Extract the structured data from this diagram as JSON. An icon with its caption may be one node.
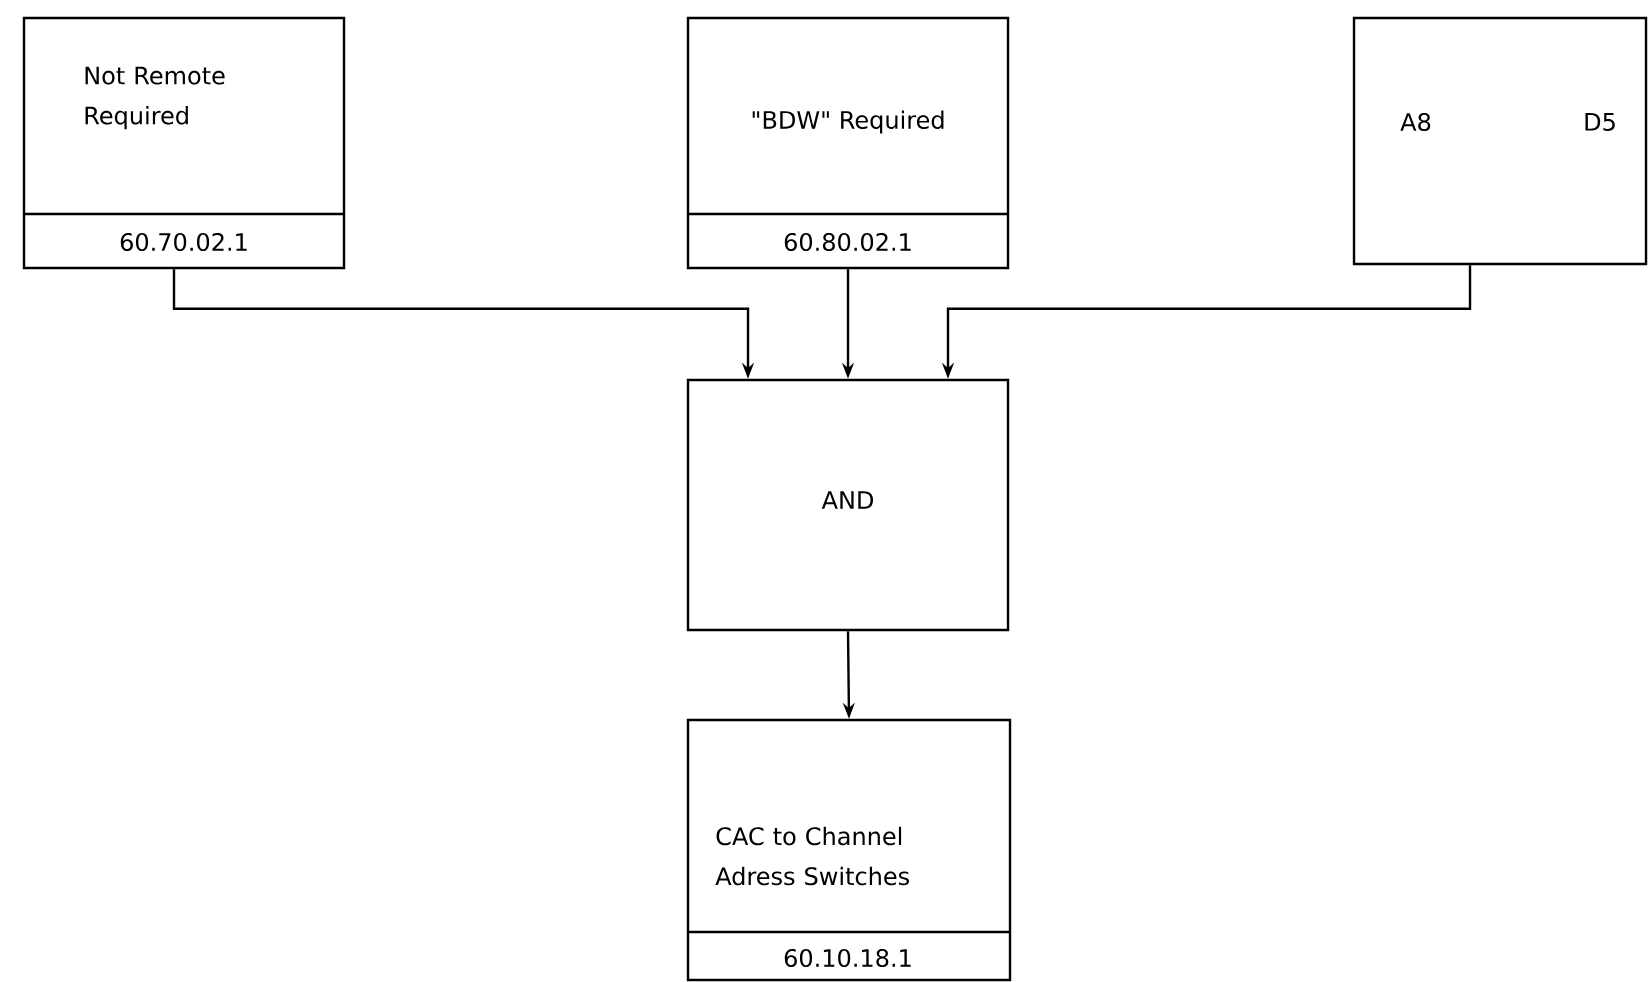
{
  "diagram": {
    "nodes": [
      {
        "text": [
          "Not Remote Required",
          "60.70.02.1"
        ]
      },
      {
        "text": [
          "\"BDW\" Required",
          "60.80.02.1"
        ]
      },
      {
        "text": [
          "A8",
          "D5"
        ]
      },
      {
        "text": [
          "AND"
        ]
      },
      {
        "text": [
          "CAC to Channel Adress Switches",
          "60.10.18.1"
        ]
      }
    ],
    "edges": [
      {
        "from": 0,
        "to": 3,
        "arrow": "to"
      },
      {
        "from": 1,
        "to": 3,
        "arrow": "to"
      },
      {
        "from": 2,
        "to": 3,
        "arrow": "to"
      },
      {
        "from": 3,
        "to": 4,
        "arrow": "to"
      }
    ]
  }
}
